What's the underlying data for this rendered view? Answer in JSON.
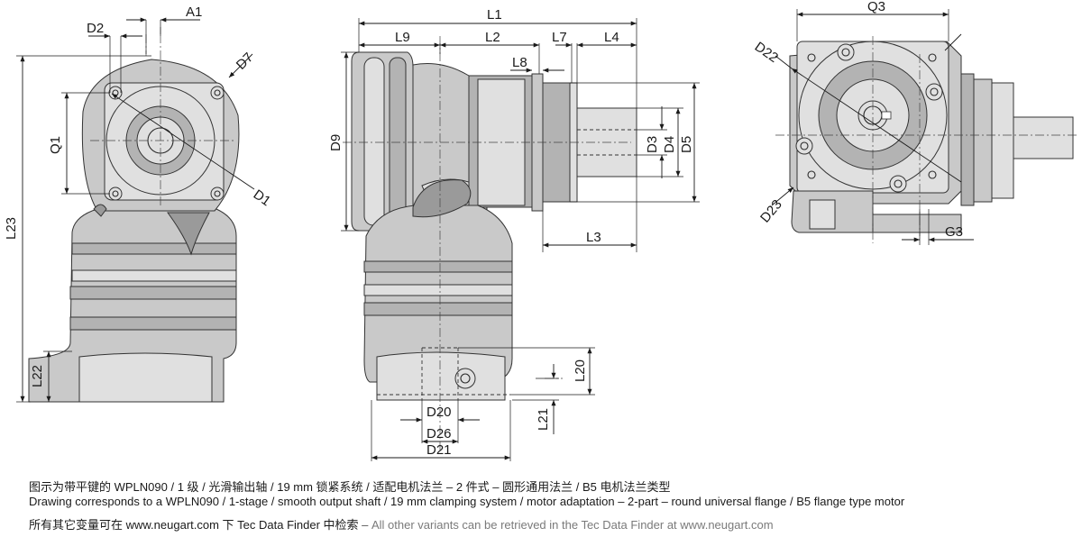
{
  "dimension_labels": {
    "A1": "A1",
    "D2": "D2",
    "D7": "D7",
    "Q1": "Q1",
    "D1": "D1",
    "L23": "L23",
    "L22": "L22",
    "L1": "L1",
    "L9": "L9",
    "L2": "L2",
    "L7": "L7",
    "L4": "L4",
    "L8": "L8",
    "D9": "D9",
    "D3": "D3",
    "D4": "D4",
    "D5": "D5",
    "L3": "L3",
    "L20": "L20",
    "L21": "L21",
    "D20": "D20",
    "D26": "D26",
    "D21": "D21",
    "Q3": "Q3",
    "D22": "D22",
    "D23": "D23",
    "G3": "G3"
  },
  "caption": {
    "chinese": "图示为带平键的 WPLN090 / 1 级 / 光滑输出轴 / 19 mm 锁紧系统 / 适配电机法兰 – 2 件式 – 圆形通用法兰 / B5  电机法兰类型",
    "english": "Drawing corresponds to a WPLN090 / 1-stage / smooth output shaft / 19 mm clamping system / motor adaptation – 2-part – round universal flange / B5 flange type motor",
    "note_chinese": "所有其它变量可在  www.neugart.com 下  Tec Data Finder  中检索",
    "note_separator": " – ",
    "note_english": "All other variants can be retrieved in the Tec Data Finder at www.neugart.com"
  }
}
